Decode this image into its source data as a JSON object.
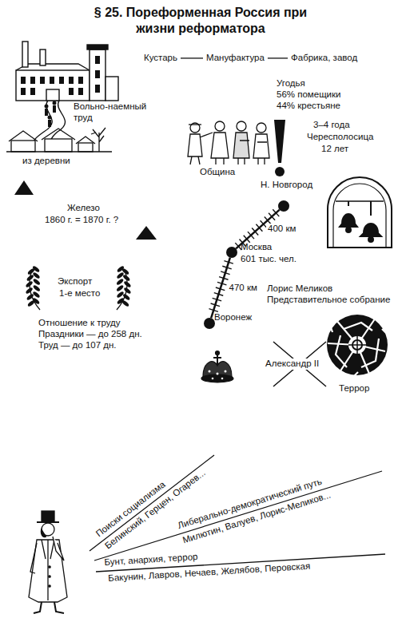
{
  "diagram": {
    "title": "§ 25. Пореформенная Россия при жизни реформатора",
    "nodes": [
      {
        "text": [
          "Н. Новгород"
        ]
      },
      {
        "text": [
          "Москва",
          "601 тыс. чел."
        ]
      },
      {
        "text": [
          "Воронеж"
        ]
      }
    ],
    "edges": [
      {
        "from": 0,
        "to": 1,
        "label": "400 км",
        "arrow": "none"
      },
      {
        "from": 1,
        "to": 2,
        "label": "470 км",
        "arrow": "none"
      }
    ],
    "labels": [
      "Кустарь",
      "Мануфактура",
      "Фабрика, завод",
      "Вольно-наемный труд",
      "из деревни",
      "Угодья",
      "56% помещики",
      "44% крестьяне",
      "3–4 года",
      "Чересполосица",
      "12 лет",
      "Община",
      "Железо",
      "1860 г. = 1870 г. ?",
      "Экспорт",
      "1-е место",
      "Отношение к труду",
      "Праздники — до 258 дн.",
      "Труд — до 107 дн.",
      "Лорис Меликов",
      "Представительное собрание",
      "Александр II",
      "Террор",
      "Поиски социализма",
      "Белинский, Герцен, Огарев...",
      "Либерально-демократический путь",
      "Милютин, Валуев, Лорис-Меликов...",
      "Бунт, анархия, террор",
      "Бакунин, Лавров, Нечаев, Желябов, Перовская"
    ]
  }
}
